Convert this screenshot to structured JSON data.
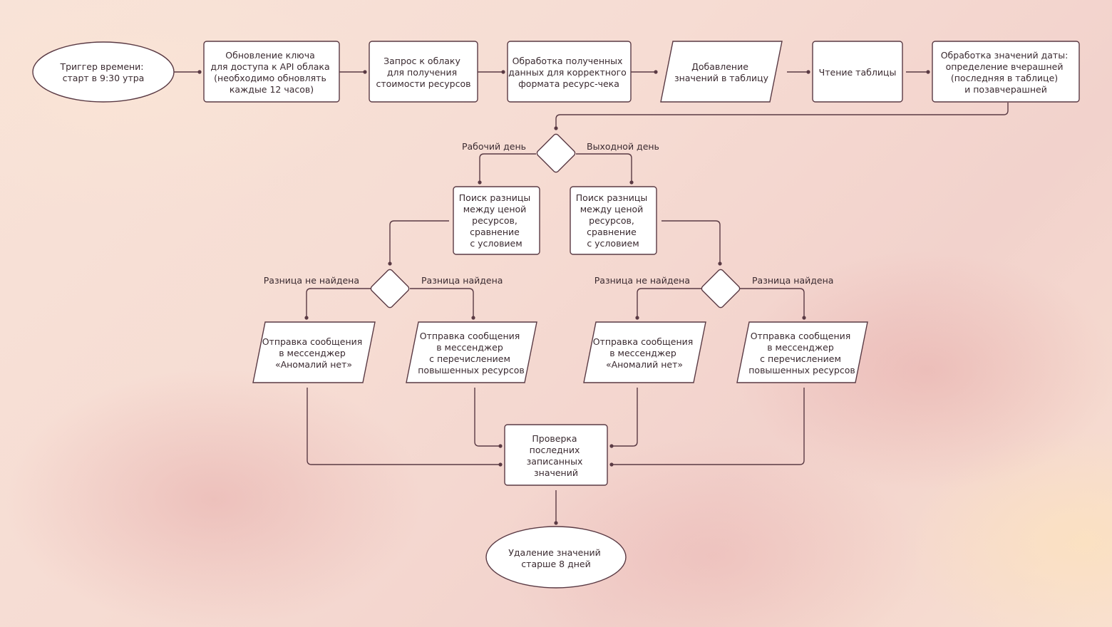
{
  "nodes": {
    "trigger": [
      "Триггер времени:",
      "старт в 9:30 утра"
    ],
    "key_update": [
      "Обновление ключа",
      "для доступа к API облака",
      "(необходимо обновлять",
      "каждые 12 часов)"
    ],
    "cloud_request": [
      "Запрос к облаку",
      "для получения",
      "стоимости ресурсов"
    ],
    "process_data": [
      "Обработка полученных",
      "данных для корректного",
      "формата ресурс-чека"
    ],
    "add_values": [
      "Добавление",
      "значений в таблицу"
    ],
    "read_table": [
      "Чтение таблицы"
    ],
    "date_processing": [
      "Обработка значений даты:",
      "определение вчерашней",
      "(последняя в таблице)",
      "и позавчерашней"
    ],
    "diff_left": [
      "Поиск разницы",
      "между ценой",
      "ресурсов,",
      "сравнение",
      "с условием"
    ],
    "diff_right": [
      "Поиск разницы",
      "между ценой",
      "ресурсов,",
      "сравнение",
      "с условием"
    ],
    "msg_no_anomaly_left": [
      "Отправка сообщения",
      "в мессенджер",
      "«Аномалий нет»"
    ],
    "msg_raised_left": [
      "Отправка сообщения",
      "в мессенджер",
      "с перечислением",
      "повышенных ресурсов"
    ],
    "msg_no_anomaly_right": [
      "Отправка сообщения",
      "в мессенджер",
      "«Аномалий нет»"
    ],
    "msg_raised_right": [
      "Отправка сообщения",
      "в мессенджер",
      "с перечислением",
      "повышенных ресурсов"
    ],
    "check_last": [
      "Проверка",
      "последних",
      "записанных",
      "значений"
    ],
    "delete_old": [
      "Удаление значений",
      "старше 8 дней"
    ]
  },
  "edge_labels": {
    "workday": "Рабочий день",
    "weekend": "Выходной день",
    "not_found_left": "Разница не найдена",
    "found_left": "Разница найдена",
    "not_found_right": "Разница не найдена",
    "found_right": "Разница найдена"
  },
  "colors": {
    "stroke": "#5a3a44",
    "node_fill": "#ffffff",
    "text": "#3a2a30"
  }
}
